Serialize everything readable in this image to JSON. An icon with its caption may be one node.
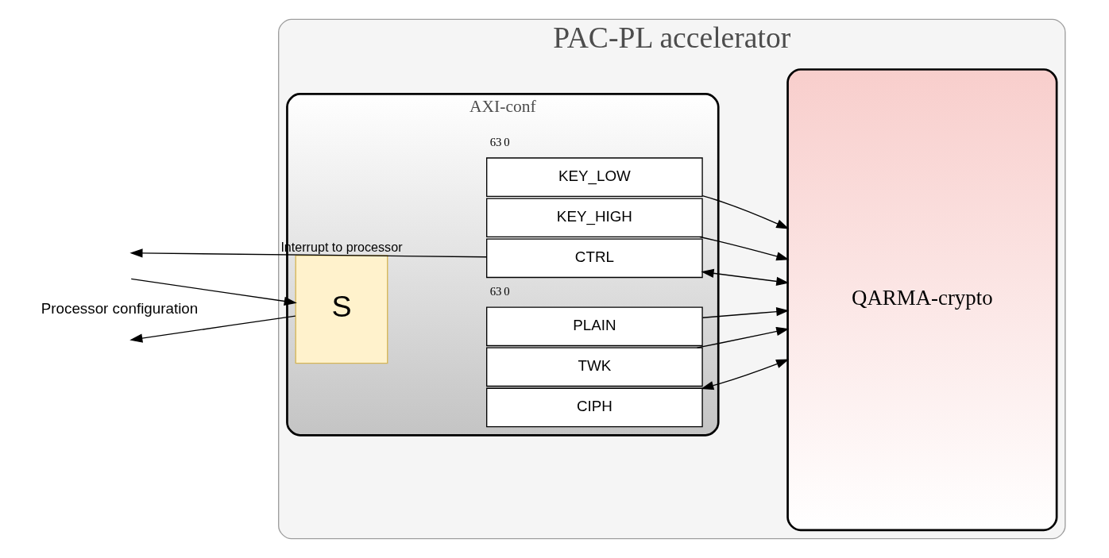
{
  "diagram": {
    "nodes": [
      {
        "text": [
          "PAC-PL accelerator"
        ]
      },
      {
        "text": [
          "AXI-conf"
        ],
        "in": 0
      },
      {
        "text": [
          "KEY_LOW"
        ],
        "in": 1,
        "beside": [
          "63",
          "0"
        ]
      },
      {
        "text": [
          "KEY_HIGH"
        ],
        "in": 1
      },
      {
        "text": [
          "CTRL"
        ],
        "in": 1
      },
      {
        "text": [
          "S"
        ],
        "in": 1
      },
      {
        "text": [
          "PLAIN"
        ],
        "in": 1,
        "beside": [
          "63",
          "0"
        ]
      },
      {
        "text": [
          "TWK"
        ],
        "in": 1
      },
      {
        "text": [
          "CIPH"
        ],
        "in": 1
      },
      {
        "text": [
          "QARMA-crypto"
        ],
        "in": 0
      }
    ],
    "edges": [
      {
        "from": 2,
        "to": 9,
        "arrow": "to"
      },
      {
        "from": 3,
        "to": 9,
        "arrow": "to"
      },
      {
        "from": 4,
        "to": 9,
        "arrow": "both"
      },
      {
        "from": 6,
        "to": 9,
        "arrow": "to"
      },
      {
        "from": 7,
        "to": 9,
        "arrow": "to"
      },
      {
        "from": 8,
        "to": 9,
        "arrow": "both"
      },
      {
        "from": 4,
        "to": null,
        "arrow": "to",
        "label": "Interrupt to processor"
      },
      {
        "from": null,
        "to": 5,
        "arrow": "to"
      },
      {
        "from": 5,
        "to": null,
        "arrow": "to"
      }
    ],
    "labels": [
      "Processor configuration"
    ]
  }
}
